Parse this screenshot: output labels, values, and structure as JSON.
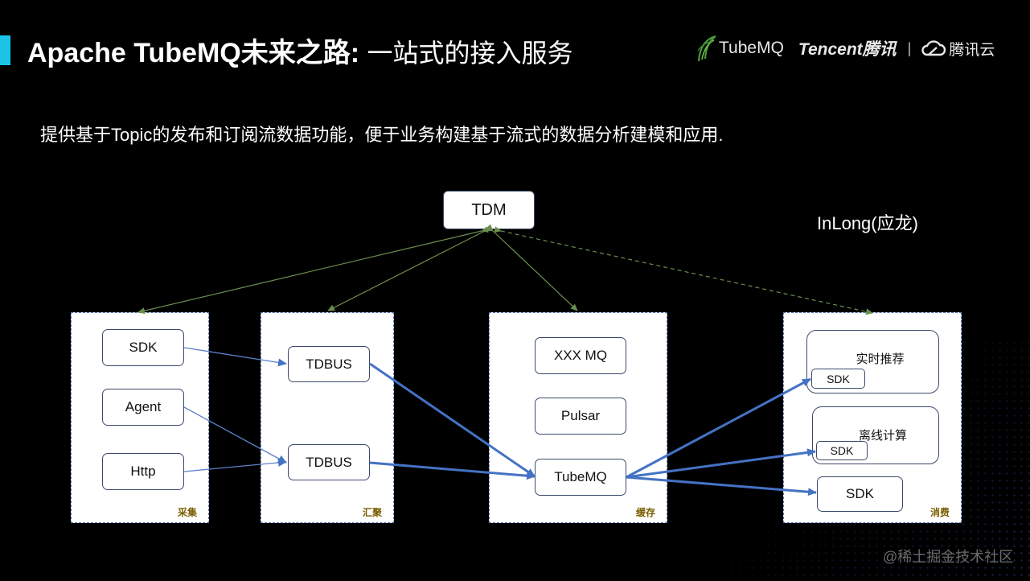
{
  "header": {
    "title_bold": "Apache TubeMQ未来之路:",
    "title_light": "一站式的接入服务",
    "logo_tubemq": "TubeMQ",
    "logo_tencent": "Tencent腾讯",
    "logo_separator": "|",
    "logo_cloud": "腾讯云"
  },
  "subtitle": "提供基于Topic的发布和订阅流数据功能，便于业务构建基于流式的数据分析建模和应用.",
  "inlong_label": "InLong(应龙)",
  "diagram": {
    "tdm": "TDM",
    "groups": {
      "collect": {
        "label": "采集",
        "nodes": [
          "SDK",
          "Agent",
          "Http"
        ]
      },
      "aggregate": {
        "label": "汇聚",
        "nodes": [
          "TDBUS",
          "TDBUS"
        ]
      },
      "cache": {
        "label": "缓存",
        "nodes": [
          "XXX MQ",
          "Pulsar",
          "TubeMQ"
        ]
      },
      "consume": {
        "label": "消费",
        "realtime": {
          "label": "实时推荐",
          "sdk": "SDK"
        },
        "offline": {
          "label": "离线计算",
          "sdk": "SDK"
        },
        "sdk": "SDK"
      }
    },
    "colors": {
      "tdm_link": "#6b8f4e",
      "flow_thin": "#5b80c8",
      "flow_thick": "#4472c4",
      "group_label": "#7a5e00"
    }
  },
  "watermark": "@稀土掘金技术社区"
}
